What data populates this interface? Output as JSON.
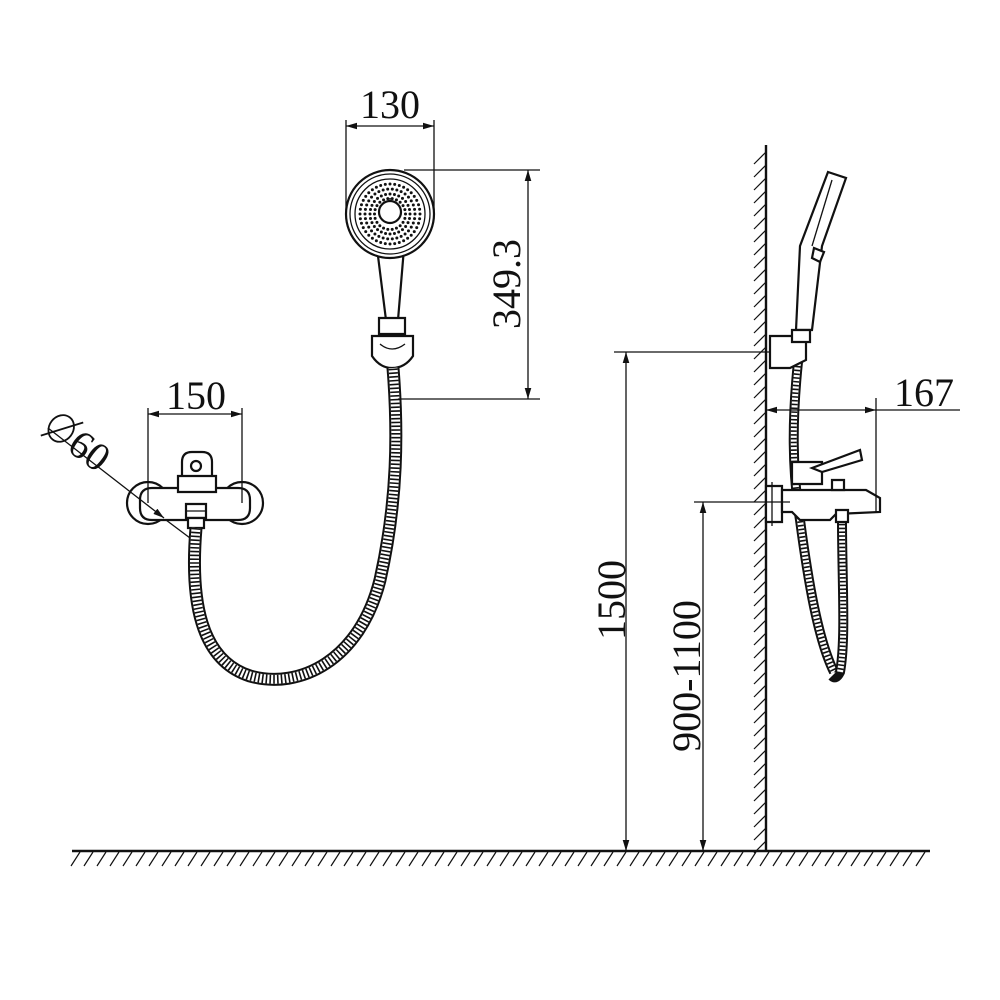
{
  "dimensions": {
    "head_width": "130",
    "head_height": "349.3",
    "mixer_centers": "150",
    "flange_diameter": "60",
    "holder_height": "1500",
    "mixer_height": "900-1100",
    "projection": "167"
  },
  "colors": {
    "line": "#111111",
    "background": "#ffffff"
  }
}
